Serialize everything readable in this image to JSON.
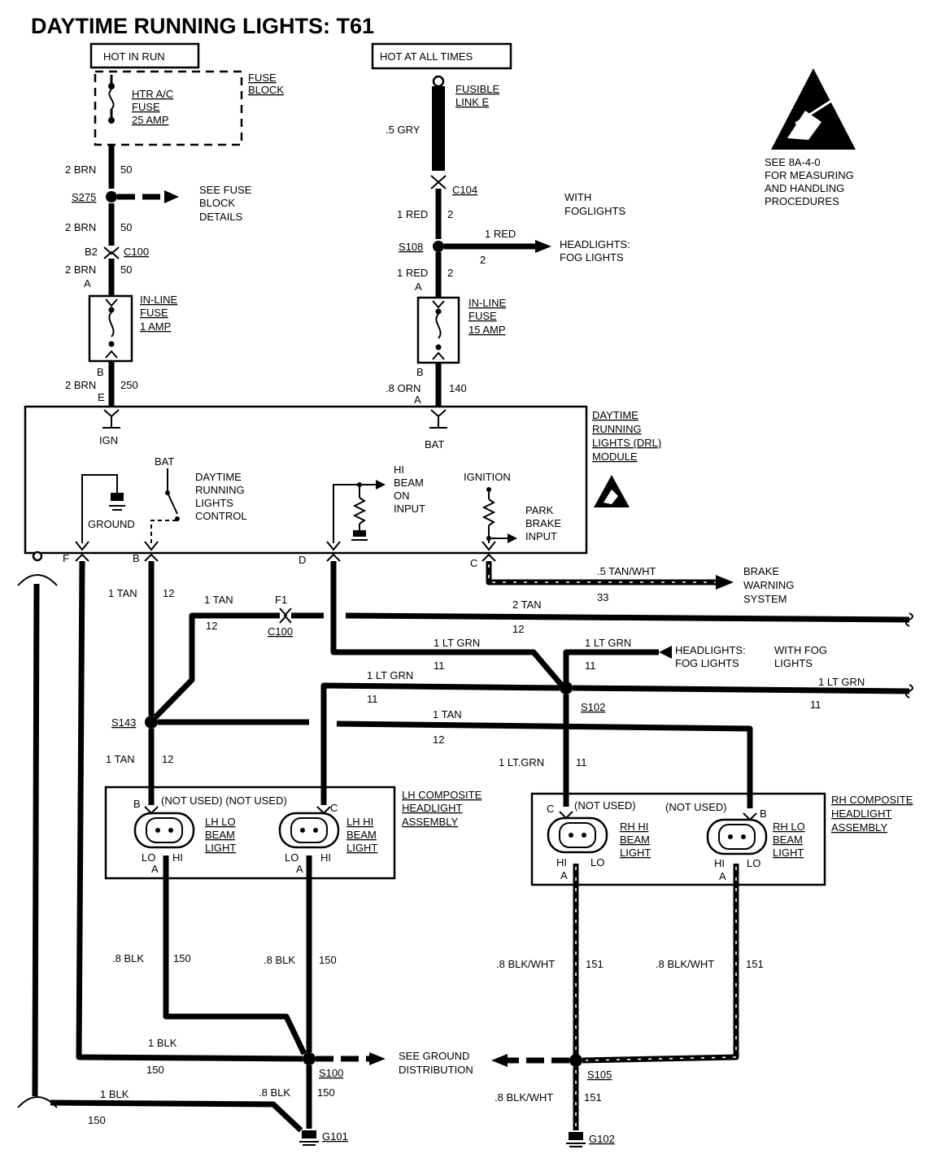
{
  "title": "DAYTIME RUNNING LIGHTS: T61",
  "power": {
    "hot_in_run": "HOT IN RUN",
    "hot_at_all_times": "HOT AT ALL TIMES",
    "fuse_block": [
      "FUSE",
      "BLOCK"
    ],
    "fuse_htr": [
      "HTR A/C",
      "FUSE",
      "25 AMP"
    ],
    "fusible_link": [
      "FUSIBLE",
      "LINK E"
    ],
    "see_fuse_block": [
      "SEE FUSE",
      "BLOCK",
      "DETAILS"
    ],
    "inline_fuse_1": [
      "IN-LINE",
      "FUSE",
      "1 AMP"
    ],
    "inline_fuse_15": [
      "IN-LINE",
      "FUSE",
      "15 AMP"
    ],
    "with_foglights": [
      "WITH",
      "FOGLIGHTS"
    ],
    "headlights_fog_top": [
      "HEADLIGHTS:",
      "FOG LIGHTS"
    ]
  },
  "esd_note": [
    "SEE 8A-4-0",
    "FOR MEASURING",
    "AND HANDLING",
    "PROCEDURES"
  ],
  "module": {
    "title": [
      "DAYTIME",
      "RUNNING",
      "LIGHTS (DRL)",
      "MODULE"
    ],
    "ign": "IGN",
    "bat": "BAT",
    "bat_switch": "BAT",
    "ground": "GROUND",
    "control": [
      "DAYTIME",
      "RUNNING",
      "LIGHTS",
      "CONTROL"
    ],
    "hi_beam": [
      "HI",
      "BEAM",
      "ON",
      "INPUT"
    ],
    "ignition": "IGNITION",
    "park_brake": [
      "PARK",
      "BRAKE",
      "INPUT"
    ]
  },
  "pins": {
    "F": "F",
    "B": "B",
    "D": "D",
    "C": "C",
    "A": "A",
    "E": "E",
    "B2": "B2"
  },
  "wires": {
    "brn": "2 BRN",
    "c50": "50",
    "c250": "250",
    "gry": ".5 GRY",
    "red1": "1 RED",
    "c2": "2",
    "orn": ".8 ORN",
    "c140": "140",
    "tan_wht": ".5 TAN/WHT",
    "c33": "33",
    "tan1": "1 TAN",
    "tan2": "2 TAN",
    "c12": "12",
    "ltgrn": "1 LT GRN",
    "ltgrn_dot": "1 LT.GRN",
    "c11": "11",
    "blk08": ".8 BLK",
    "blk1": "1 BLK",
    "c150": "150",
    "blkwht": ".8 BLK/WHT",
    "c151": "151"
  },
  "connectors": {
    "c100": "C100",
    "c104": "C104",
    "f1": "F1"
  },
  "splices": {
    "s275": "S275",
    "s108": "S108",
    "s143": "S143",
    "s102": "S102",
    "s100": "S100",
    "s105": "S105"
  },
  "grounds": {
    "g101": "G101",
    "g102": "G102"
  },
  "brake_warning": [
    "BRAKE",
    "WARNING",
    "SYSTEM"
  ],
  "headlights_fog_mid": [
    "HEADLIGHTS:",
    "FOG LIGHTS"
  ],
  "with_fog_lights": [
    "WITH FOG",
    "LIGHTS"
  ],
  "see_ground": [
    "SEE GROUND",
    "DISTRIBUTION"
  ],
  "lh_assembly": {
    "title": [
      "LH COMPOSITE",
      "HEADLIGHT",
      "ASSEMBLY"
    ],
    "not_used": "(NOT USED) (NOT USED)",
    "lo_lamp": [
      "LH LO",
      "BEAM",
      "LIGHT"
    ],
    "hi_lamp": [
      "LH HI",
      "BEAM",
      "LIGHT"
    ],
    "lo": "LO",
    "hi": "HI"
  },
  "rh_assembly": {
    "title": [
      "RH COMPOSITE",
      "HEADLIGHT",
      "ASSEMBLY"
    ],
    "not_used_1": "(NOT USED)",
    "not_used_2": "(NOT USED)",
    "hi_lamp": [
      "RH HI",
      "BEAM",
      "LIGHT"
    ],
    "lo_lamp": [
      "RH LO",
      "BEAM",
      "LIGHT"
    ],
    "lo": "LO",
    "hi": "HI"
  }
}
